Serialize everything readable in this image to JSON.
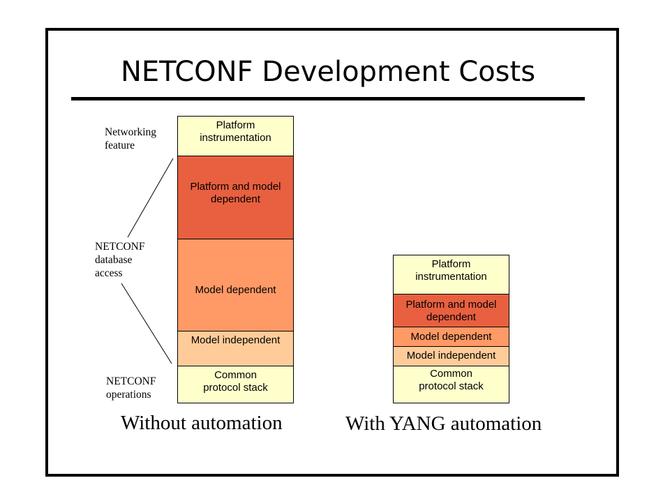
{
  "title": "NETCONF Development Costs",
  "colors": {
    "platform_instrumentation": "#ffffcc",
    "platform_and_model_dependent": "#e86040",
    "model_dependent": "#ff9966",
    "model_independent": "#ffcc99",
    "common_protocol_stack": "#ffffcc"
  },
  "side_labels": {
    "networking_feature": "Networking\nfeature",
    "netconf_database_access": "NETCONF\ndatabase\naccess",
    "netconf_operations": "NETCONF\noperations"
  },
  "without_automation": {
    "caption": "Without automation",
    "blocks": {
      "platform_instrumentation": "Platform\ninstrumentation",
      "platform_and_model_dependent": "Platform and model\ndependent",
      "model_dependent": "Model dependent",
      "model_independent": "Model independent",
      "common_protocol_stack": "Common\nprotocol stack"
    }
  },
  "with_yang_automation": {
    "caption": "With YANG automation",
    "blocks": {
      "platform_instrumentation": "Platform\ninstrumentation",
      "platform_and_model_dependent": "Platform and model\ndependent",
      "model_dependent": "Model dependent",
      "model_independent": "Model independent",
      "common_protocol_stack": "Common\nprotocol stack"
    }
  }
}
